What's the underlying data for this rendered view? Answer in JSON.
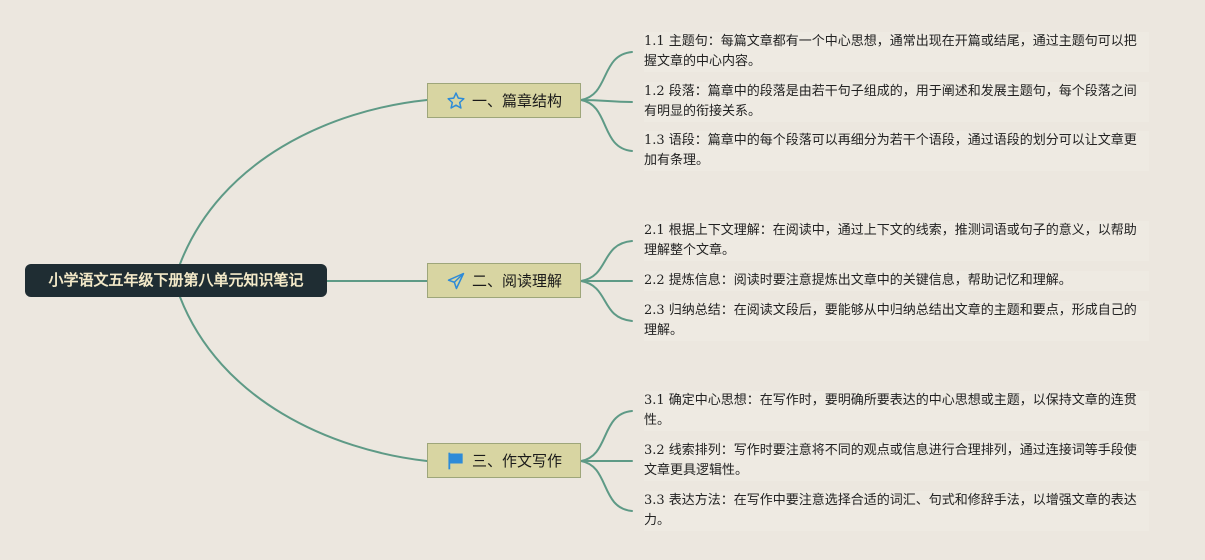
{
  "root": {
    "title": "小学语文五年级下册第八单元知识笔记"
  },
  "branches": [
    {
      "label": "一、篇章结构",
      "icon": "star-icon",
      "items": [
        {
          "text": "1.1 主题句：每篇文章都有一个中心思想，通常出现在开篇或结尾，通过主题句可以把握文章的中心内容。"
        },
        {
          "text": "1.2 段落：篇章中的段落是由若干句子组成的，用于阐述和发展主题句，每个段落之间有明显的衔接关系。"
        },
        {
          "text": "1.3 语段：篇章中的每个段落可以再细分为若干个语段，通过语段的划分可以让文章更加有条理。"
        }
      ]
    },
    {
      "label": "二、阅读理解",
      "icon": "paper-plane-icon",
      "items": [
        {
          "text": "2.1 根据上下文理解：在阅读中，通过上下文的线索，推测词语或句子的意义，以帮助理解整个文章。"
        },
        {
          "text": "2.2 提炼信息：阅读时要注意提炼出文章中的关键信息，帮助记忆和理解。"
        },
        {
          "text": "2.3 归纳总结：在阅读文段后，要能够从中归纳总结出文章的主题和要点，形成自己的理解。"
        }
      ]
    },
    {
      "label": "三、作文写作",
      "icon": "flag-icon",
      "items": [
        {
          "text": "3.1 确定中心思想：在写作时，要明确所要表达的中心思想或主题，以保持文章的连贯性。"
        },
        {
          "text": "3.2 线索排列：写作时要注意将不同的观点或信息进行合理排列，通过连接词等手段使文章更具逻辑性。"
        },
        {
          "text": "3.3 表达方法：在写作中要注意选择合适的词汇、句式和修辞手法，以增强文章的表达力。"
        }
      ]
    }
  ],
  "colors": {
    "background": "#ECE7DF",
    "root_fill": "#1F2D33",
    "root_text": "#F3E9C8",
    "branch_fill": "#D8D5A2",
    "connector": "#5E9A86",
    "icon_blue": "#2D8BD8"
  }
}
